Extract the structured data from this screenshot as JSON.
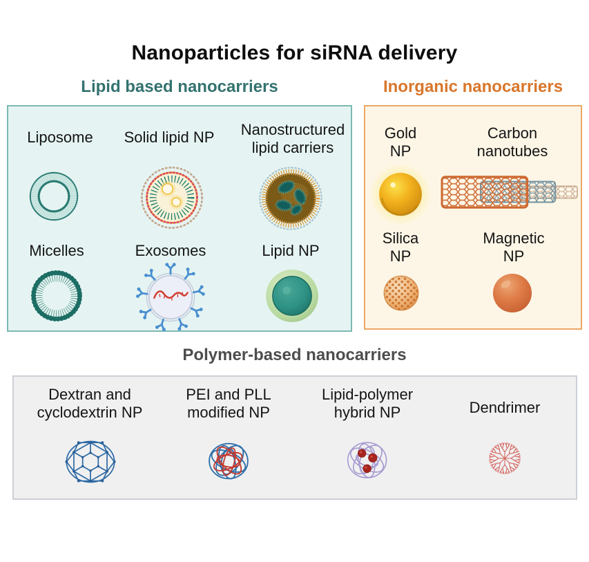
{
  "title": "Nanoparticles for siRNA delivery",
  "colors": {
    "lipid_heading": "#33726f",
    "lipid_panel_bg": "#e5f4f2",
    "lipid_panel_border": "#7cb9b3",
    "inorganic_heading": "#d8762b",
    "inorganic_panel_bg": "#fdf6e6",
    "inorganic_panel_border": "#eca766",
    "polymer_heading": "#4d4d4d",
    "polymer_panel_bg": "#f0f0f1",
    "polymer_panel_border": "#ccd0d6"
  },
  "lipid_section": {
    "heading": "Lipid based nanocarriers",
    "items": [
      {
        "label": "Liposome",
        "icon": "liposome-icon"
      },
      {
        "label": "Solid lipid NP",
        "icon": "solid-lipid-np-icon"
      },
      {
        "label": "Nanostructured\nlipid carriers",
        "icon": "nanostructured-lipid-carriers-icon"
      },
      {
        "label": "Micelles",
        "icon": "micelles-icon"
      },
      {
        "label": "Exosomes",
        "icon": "exosomes-icon"
      },
      {
        "label": "Lipid NP",
        "icon": "lipid-np-icon"
      }
    ]
  },
  "inorganic_section": {
    "heading": "Inorganic nanocarriers",
    "items": [
      {
        "label": "Gold\nNP",
        "icon": "gold-np-icon"
      },
      {
        "label": "Carbon\nnanotubes",
        "icon": "carbon-nanotubes-icon"
      },
      {
        "label": "Silica\nNP",
        "icon": "silica-np-icon"
      },
      {
        "label": "Magnetic\nNP",
        "icon": "magnetic-np-icon"
      }
    ]
  },
  "polymer_section": {
    "heading": "Polymer-based nanocarriers",
    "items": [
      {
        "label": "Dextran and\ncyclodextrin NP",
        "icon": "dextran-cyclodextrin-np-icon"
      },
      {
        "label": "PEI and PLL\nmodified NP",
        "icon": "pei-pll-modified-np-icon"
      },
      {
        "label": "Lipid-polymer\nhybrid NP",
        "icon": "lipid-polymer-hybrid-np-icon"
      },
      {
        "label": "Dendrimer",
        "icon": "dendrimer-icon"
      }
    ]
  }
}
